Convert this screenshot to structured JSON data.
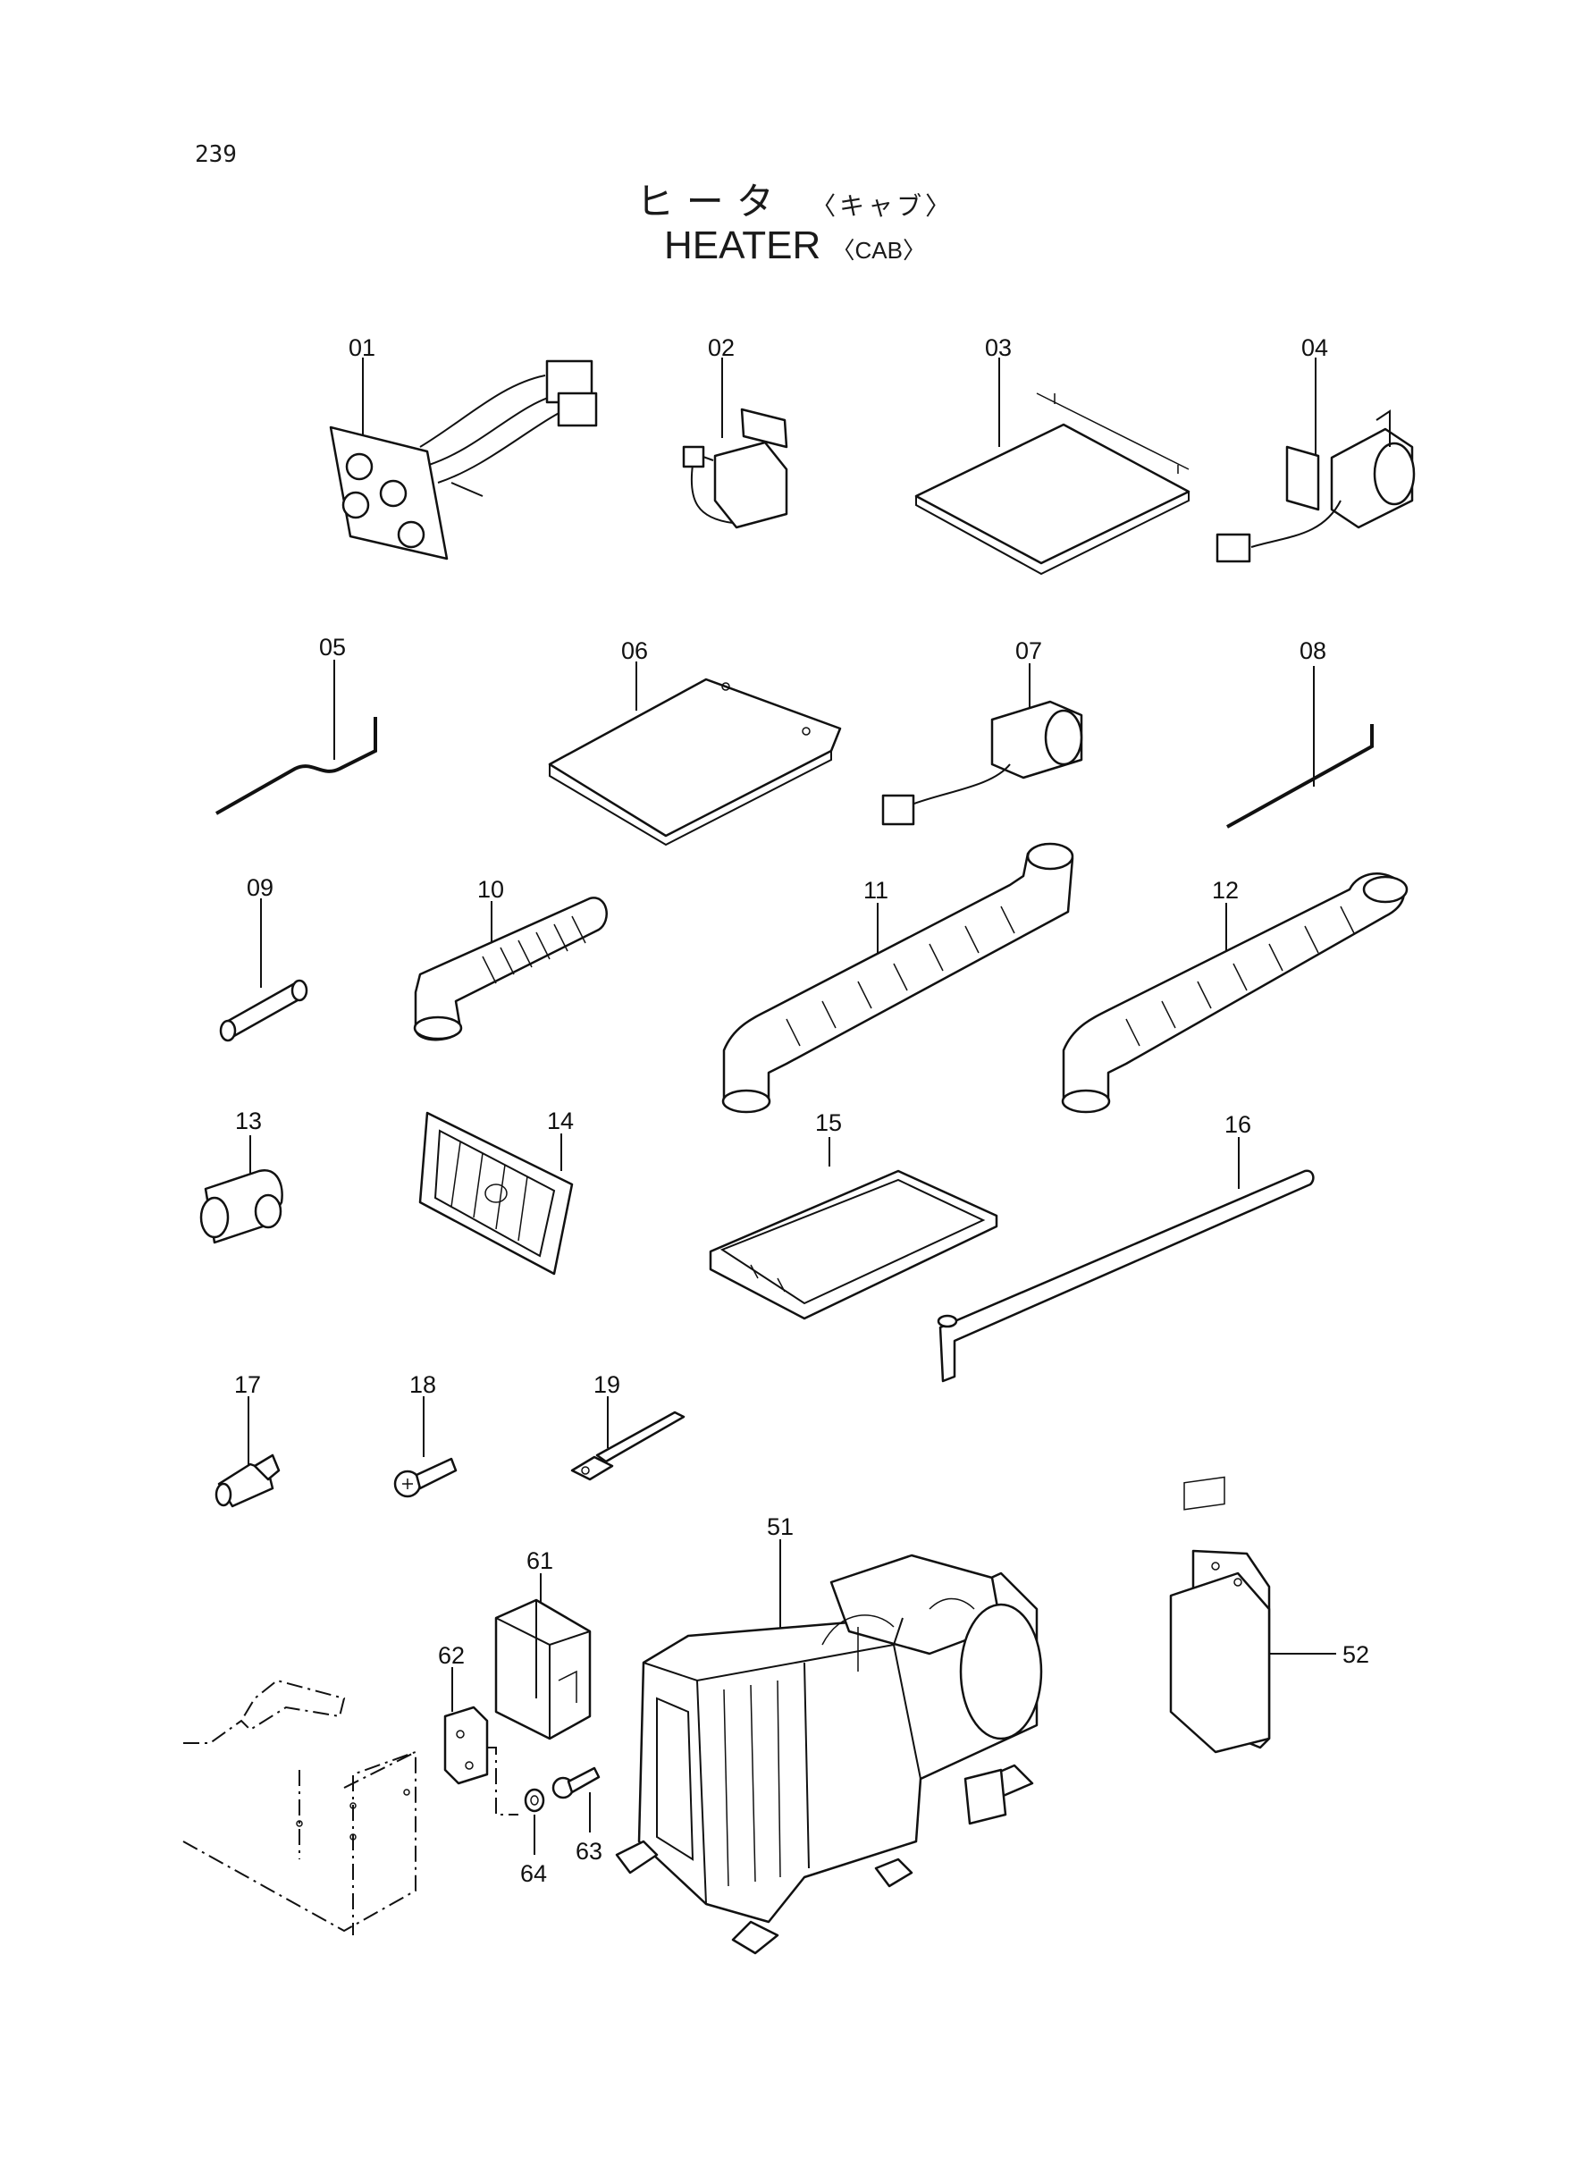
{
  "page_number": "239",
  "title": {
    "jp": "ヒータ",
    "jp_sub": "〈キャブ〉",
    "en": "HEATER",
    "en_sub": "〈CAB〉"
  },
  "part_numbers": [
    "01",
    "02",
    "03",
    "04",
    "05",
    "06",
    "07",
    "08",
    "09",
    "10",
    "11",
    "12",
    "13",
    "14",
    "15",
    "16",
    "17",
    "18",
    "19",
    "51",
    "52",
    "61",
    "62",
    "63",
    "64"
  ]
}
